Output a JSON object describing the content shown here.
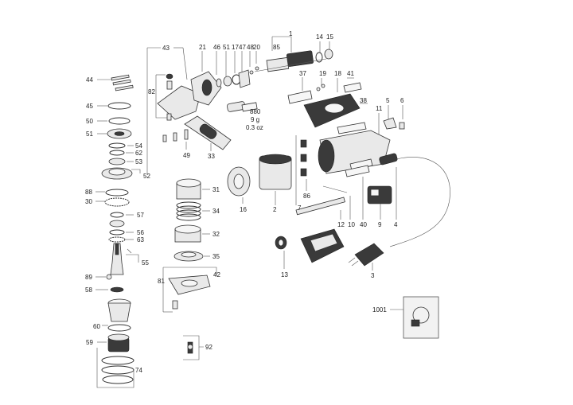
{
  "labels": {
    "p1": "1",
    "p2": "2",
    "p3": "3",
    "p4": "4",
    "p5": "5",
    "p6": "6",
    "p7": "7",
    "p9": "9",
    "p10": "10",
    "p11": "11",
    "p12": "12",
    "p13": "13",
    "p14": "14",
    "p15": "15",
    "p16": "16",
    "p17": "17",
    "p18": "18",
    "p19": "19",
    "p20": "20",
    "p21": "21",
    "p30": "30",
    "p31": "31",
    "p32": "32",
    "p33": "33",
    "p34": "34",
    "p35": "35",
    "p37": "37",
    "p38": "38",
    "p40": "40",
    "p41": "41",
    "p42": "42",
    "p43": "43",
    "p44": "44",
    "p45": "45",
    "p46": "46",
    "p47": "47",
    "p48": "48",
    "p49": "49",
    "p50": "50",
    "p51a": "51",
    "p51b": "51",
    "p52": "52",
    "p53": "53",
    "p54": "54",
    "p55": "55",
    "p56": "56",
    "p57": "57",
    "p58": "58",
    "p59": "59",
    "p60": "60",
    "p62": "62",
    "p63": "63",
    "p74": "74",
    "p81": "81",
    "p82": "82",
    "p85": "85",
    "p86": "86",
    "p88": "88",
    "p89": "89",
    "p92": "92",
    "p1001": "1001"
  },
  "grease": {
    "code": "880",
    "weight_g": "9 g",
    "weight_oz": "0.3 oz"
  },
  "colors": {
    "line": "#555555",
    "part_fill": "#e9e9e9",
    "dark_part": "#3a3a3a"
  }
}
